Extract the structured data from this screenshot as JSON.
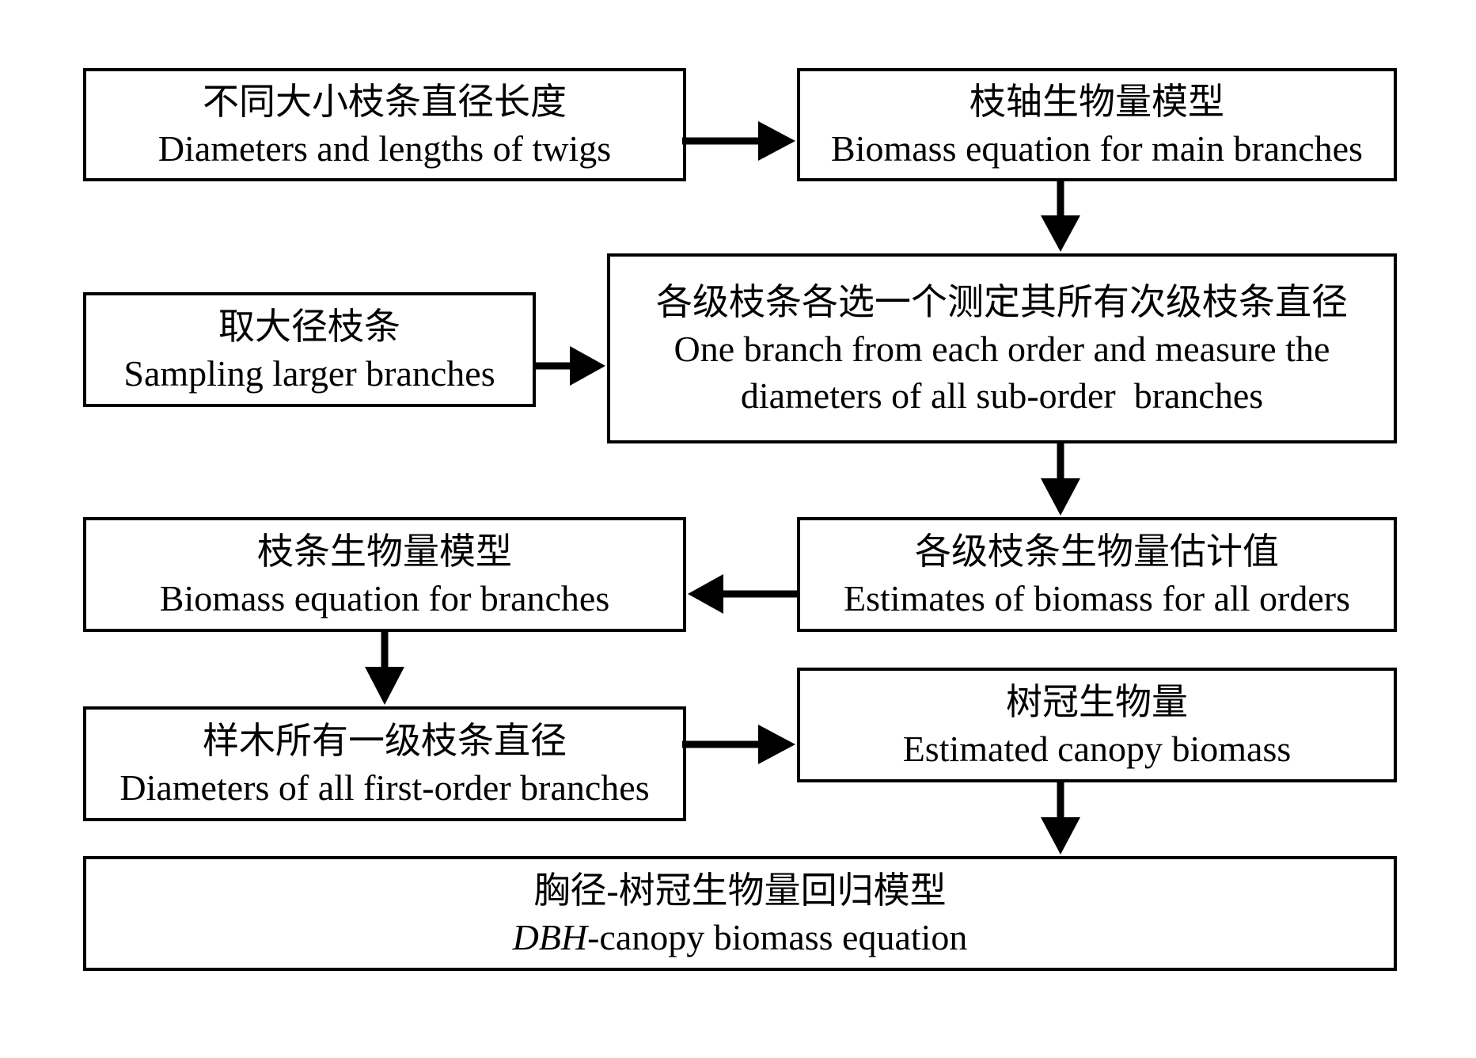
{
  "nodes": {
    "twigs": {
      "zh": "不同大小枝条直径长度",
      "en": "Diameters and lengths of twigs"
    },
    "main_branch_model": {
      "zh": "枝轴生物量模型",
      "en": "Biomass equation for main branches"
    },
    "large_branches": {
      "zh": "取大径枝条",
      "en": "Sampling larger branches"
    },
    "suborder_measure": {
      "zh": "各级枝条各选一个测定其所有次级枝条直径",
      "en_line1": "One branch from each order and measure the",
      "en_line2": "diameters of all sub-order  branches"
    },
    "branch_model": {
      "zh": "枝条生物量模型",
      "en": "Biomass equation for branches"
    },
    "order_estimates": {
      "zh": "各级枝条生物量估计值",
      "en": "Estimates of biomass for all orders"
    },
    "first_order": {
      "zh": "样木所有一级枝条直径",
      "en": "Diameters of all first-order branches"
    },
    "canopy_biomass": {
      "zh": "树冠生物量",
      "en": "Estimated canopy biomass"
    },
    "dbh_model": {
      "zh": "胸径-树冠生物量回归模型",
      "en_italic": "DBH",
      "en_rest": "-canopy biomass equation"
    }
  },
  "edges": [
    {
      "from": "twigs",
      "to": "main_branch_model"
    },
    {
      "from": "main_branch_model",
      "to": "suborder_measure"
    },
    {
      "from": "large_branches",
      "to": "suborder_measure"
    },
    {
      "from": "suborder_measure",
      "to": "order_estimates"
    },
    {
      "from": "order_estimates",
      "to": "branch_model"
    },
    {
      "from": "branch_model",
      "to": "first_order"
    },
    {
      "from": "first_order",
      "to": "canopy_biomass"
    },
    {
      "from": "canopy_biomass",
      "to": "dbh_model"
    }
  ]
}
